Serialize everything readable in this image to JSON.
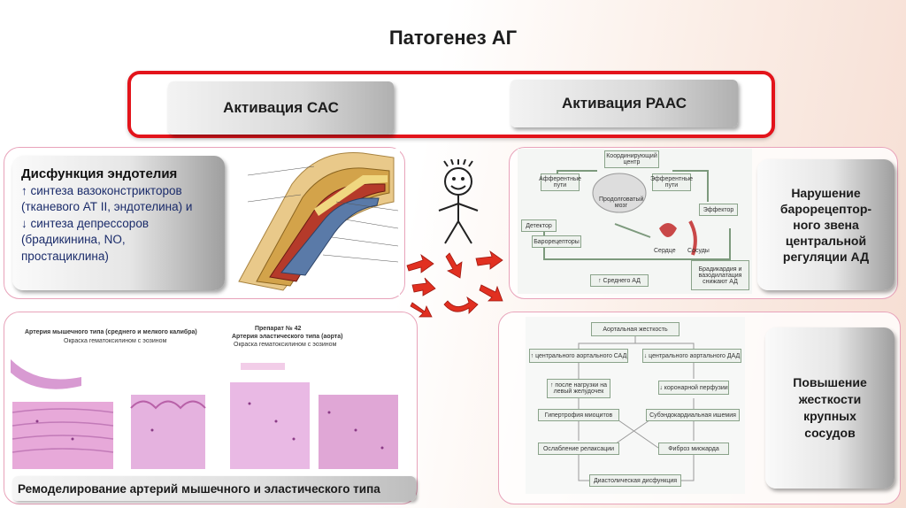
{
  "title": "Патогенез АГ",
  "top": {
    "sas": "Активация САС",
    "raas": "Активация РААС"
  },
  "endothelium": {
    "heading": "Дисфункция эндотелия",
    "lines": [
      "↑ синтеза вазоконстрикторов",
      "(тканевого АТ II, эндотелина) и",
      "↓ синтеза депрессоров",
      "(брадикинина, NO,",
      "простациклина)"
    ]
  },
  "baroreceptor": {
    "lines": [
      "Нарушение",
      "барорецептор-",
      "ного звена",
      "центральной",
      "регуляции АД"
    ]
  },
  "stiffness": {
    "lines": [
      "Повышение",
      "жесткости",
      "крупных",
      "сосудов"
    ]
  },
  "remodeling": "Ремоделирование артерий мышечного и эластического типа",
  "baro_diagram": {
    "center": "Координирующий центр",
    "afferent": "Афферентные пути",
    "efferent": "Эфферентные пути",
    "brain": "Продолговатый мозг",
    "effector": "Эффектор",
    "detector": "Детектор",
    "baroreceptors": "Барорецепторы",
    "heart": "Сердце",
    "vessels": "Сосуды",
    "brady": "Брадикардия и вазодилатация снижают АД",
    "mean_bp": "↑ Среднего АД"
  },
  "stiff_diagram": {
    "top": "Аортальная жесткость",
    "left1": "↑ центрального аортального САД",
    "right1": "↓ центрального аортального ДАД",
    "left2": "↑ после нагрузки на левый желудочек",
    "right2": "↓ коронарной перфузии",
    "left3": "Гипертрофия миоцитов",
    "right3": "Субэндокардиальная ишемия",
    "left4": "Ослабление релаксации",
    "right4": "Фиброз миокарда",
    "bottom": "Диастолическая дисфункция"
  },
  "histology": {
    "left_title": "Артерия мышечного типа (среднего и мелкого калибра)",
    "left_sub": "Окраска гематоксилином с эозином",
    "right_title": "Препарат № 42",
    "right_title2": "Артерия эластического типа (аорта)",
    "right_sub": "Окраска гематоксилином с эозином"
  }
}
